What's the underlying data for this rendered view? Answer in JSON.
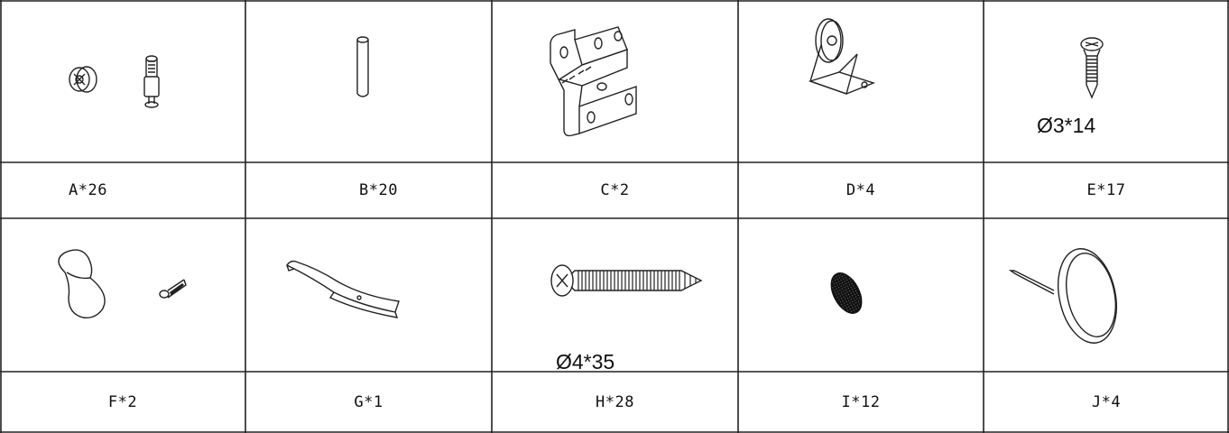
{
  "parts": [
    {
      "id": "A",
      "label": "A*26",
      "icon": "cam-lock-and-dowel-icon",
      "spec": ""
    },
    {
      "id": "B",
      "label": "B*20",
      "icon": "wooden-dowel-icon",
      "spec": ""
    },
    {
      "id": "C",
      "label": "C*2",
      "icon": "hinge-icon",
      "spec": ""
    },
    {
      "id": "D",
      "label": "D*4",
      "icon": "caster-wheel-icon",
      "spec": ""
    },
    {
      "id": "E",
      "label": "E*17",
      "icon": "screw-icon",
      "spec": "Ø3*14"
    },
    {
      "id": "F",
      "label": "F*2",
      "icon": "knob-and-bolt-icon",
      "spec": ""
    },
    {
      "id": "G",
      "label": "G*1",
      "icon": "bent-metal-strip-icon",
      "spec": ""
    },
    {
      "id": "H",
      "label": "H*28",
      "icon": "long-screw-icon",
      "spec": "Ø4*35"
    },
    {
      "id": "I",
      "label": "I*12",
      "icon": "felt-pad-icon",
      "spec": ""
    },
    {
      "id": "J",
      "label": "J*4",
      "icon": "nail-glide-icon",
      "spec": ""
    }
  ],
  "colors": {
    "line": "#222222",
    "background": "#ffffff"
  }
}
